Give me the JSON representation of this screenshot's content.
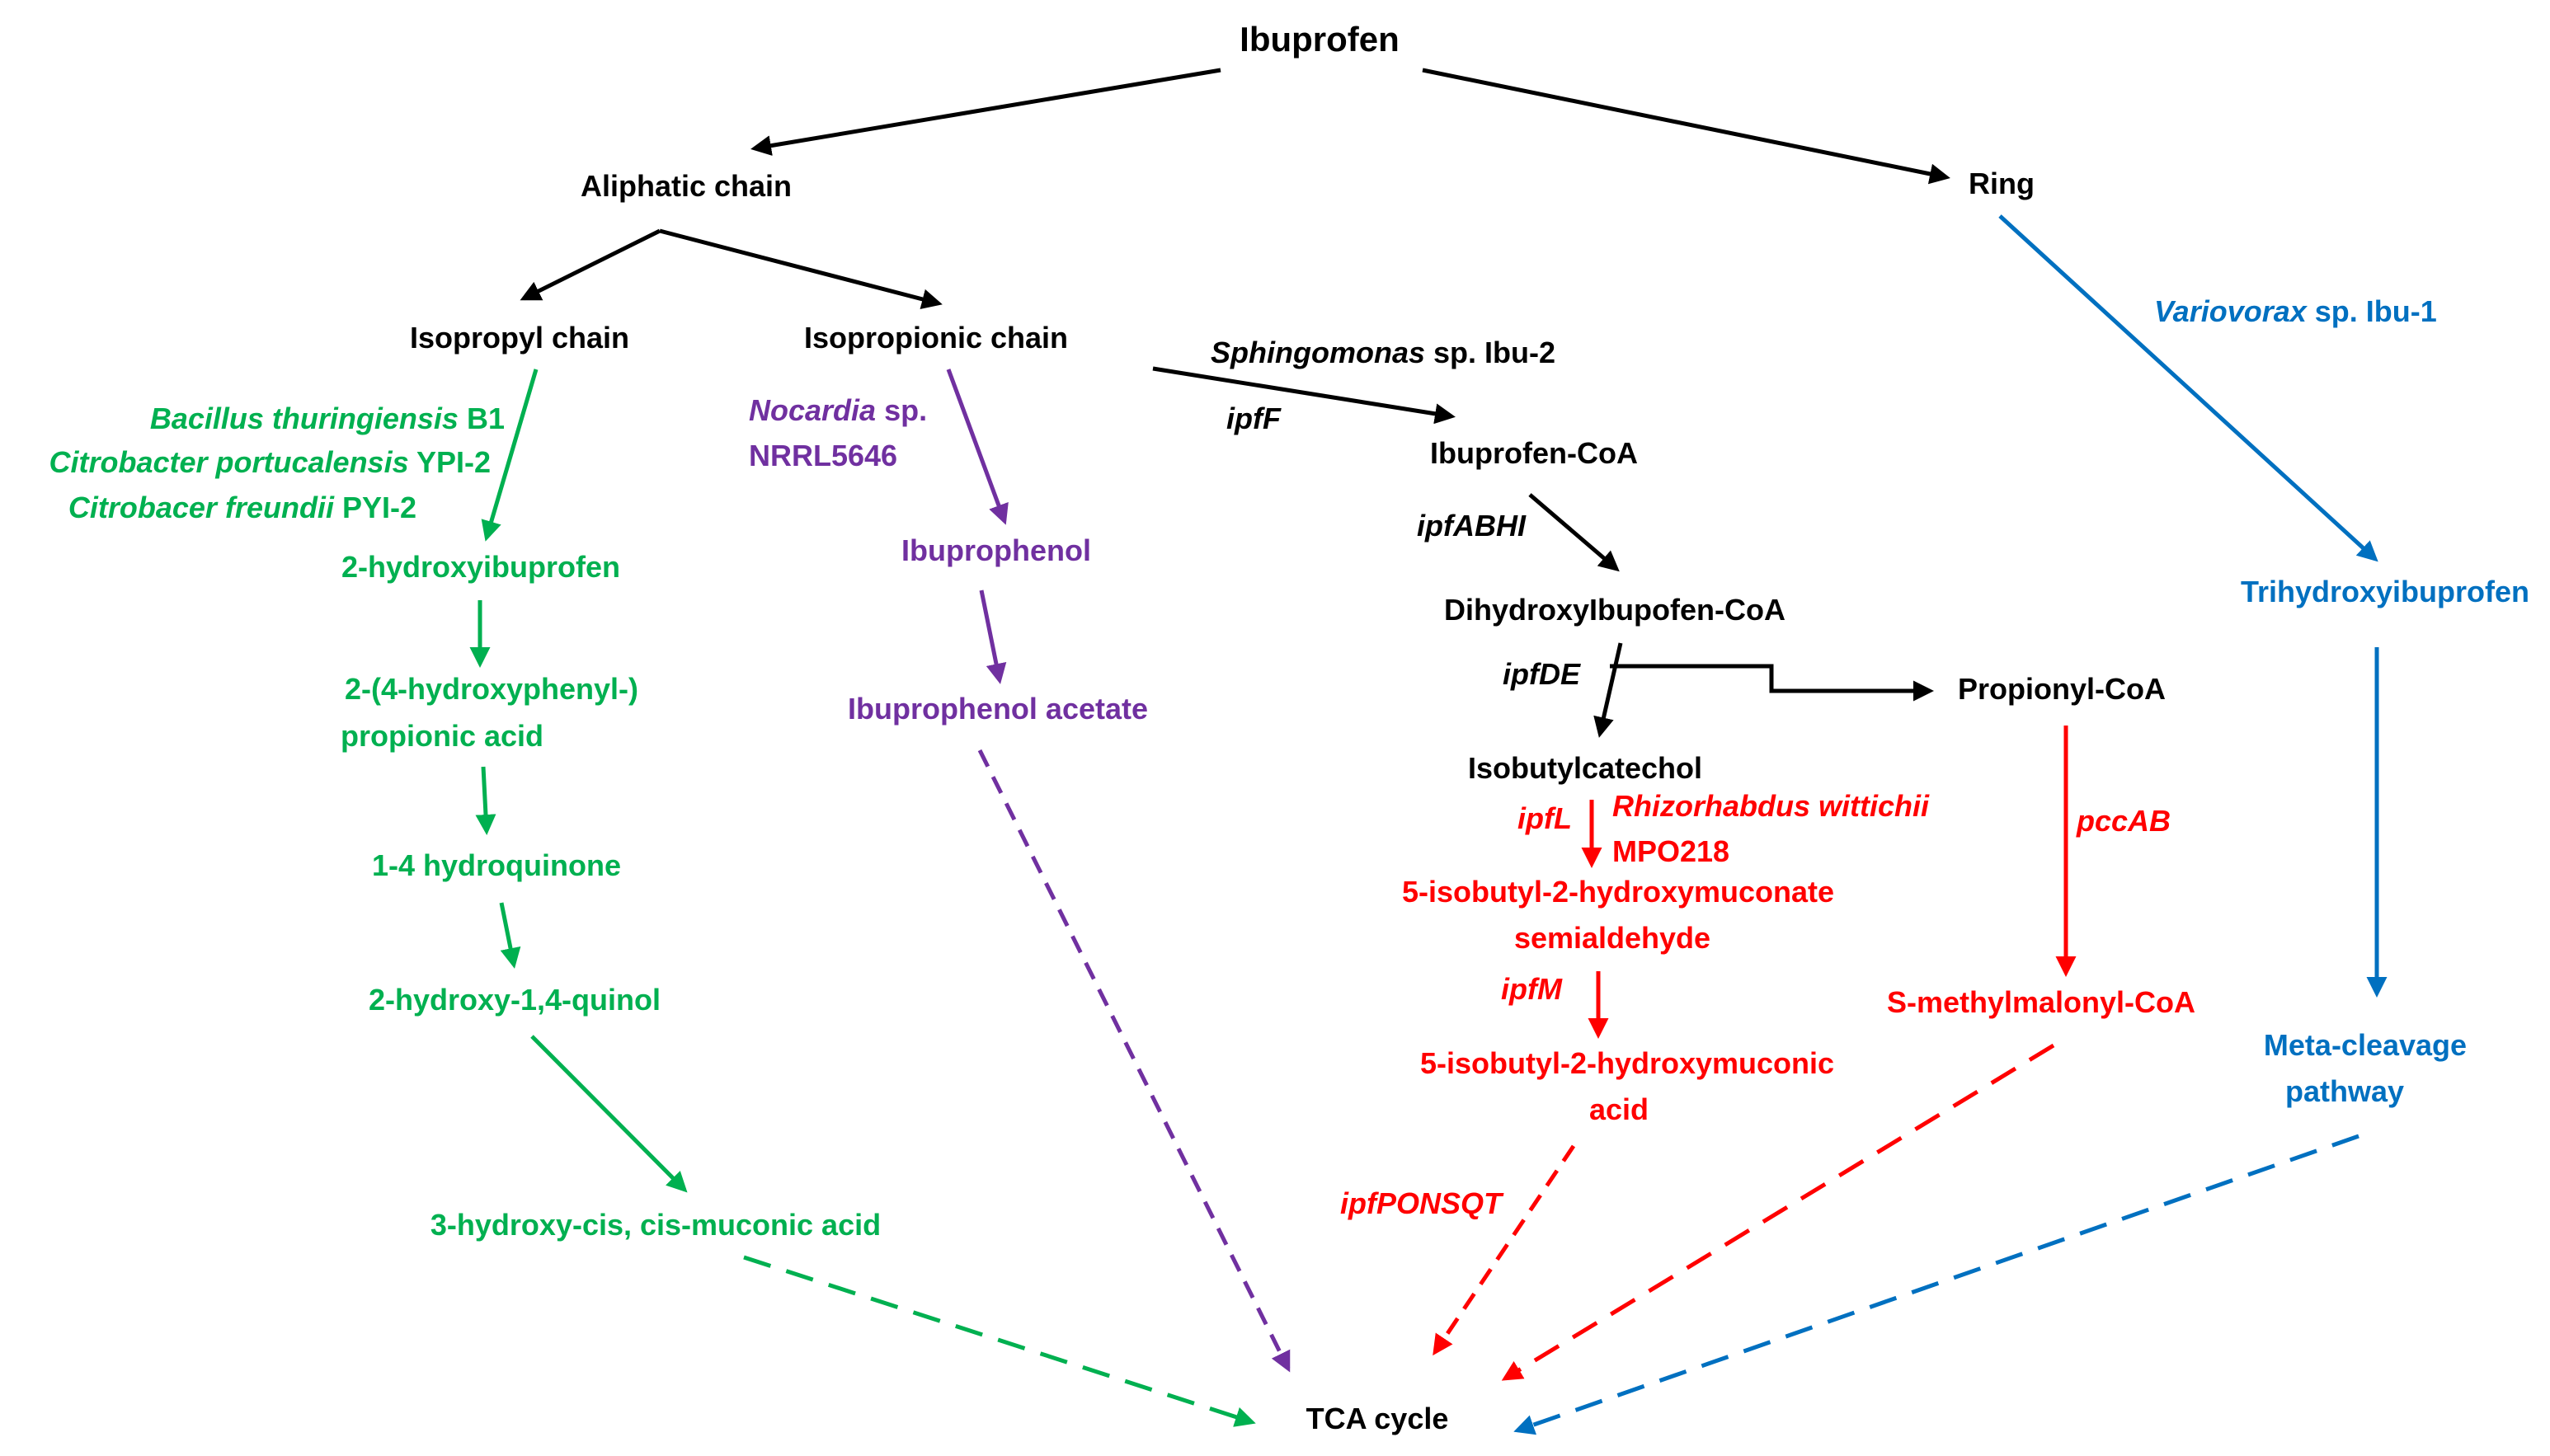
{
  "title": "Ibuprofen",
  "colors": {
    "black": "#000000",
    "green": "#00b050",
    "purple": "#7030a0",
    "red": "#ff0000",
    "blue": "#0070c0"
  },
  "nodes": {
    "aliphatic_chain": "Aliphatic chain",
    "ring": "Ring",
    "isopropyl_chain": "Isopropyl chain",
    "isopropionic_chain": "Isopropionic chain",
    "hydroxyibuprofen": "2-hydroxyibuprofen",
    "hydroxyphenyl_line1": "2-(4-hydroxyphenyl-)",
    "hydroxyphenyl_line2": "propionic acid",
    "hydroquinone": "1-4 hydroquinone",
    "quinol": "2-hydroxy-1,4-quinol",
    "muconic_acid_green": "3-hydroxy-cis, cis-muconic acid",
    "ibuprophenol": "Ibuprophenol",
    "ibuprophenol_acetate": "Ibuprophenol acetate",
    "ibuprofen_coa": "Ibuprofen-CoA",
    "dihydroxy_coa": "DihydroxyIbupofen-CoA",
    "propionyl_coa": "Propionyl-CoA",
    "isobutylcatechol": "Isobutylcatechol",
    "semialdehyde_line1": "5-isobutyl-2-hydroxymuconate",
    "semialdehyde_line2": "semialdehyde",
    "muconic_line1": "5-isobutyl-2-hydroxymuconic",
    "muconic_line2": "acid",
    "methylmalonyl": "S-methylmalonyl-CoA",
    "trihydroxy": "Trihydroxyibuprofen",
    "meta_line1": "Meta-cleavage",
    "meta_line2": "pathway",
    "tca": "TCA cycle"
  },
  "organisms": {
    "bacillus_genus": "Bacillus thuringiensis",
    "bacillus_strain": " B1",
    "citrobacter1_genus": "Citrobacter portucalensis",
    "citrobacter1_strain": " YPI-2",
    "citrobacter2_genus": "Citrobacer freundii",
    "citrobacter2_strain": " PYI-2",
    "nocardia_genus": "Nocardia",
    "nocardia_sp": " sp.",
    "nocardia_strain": "NRRL5646",
    "sphingomonas_genus": "Sphingomonas",
    "sphingomonas_strain": " sp. Ibu-2",
    "rhizorhabdus": "Rhizorhabdus wittichii",
    "rhizorhabdus_strain": "MPO218",
    "variovorax_genus": "Variovorax",
    "variovorax_strain": " sp. Ibu-1"
  },
  "genes": {
    "ipfF": "ipfF",
    "ipfABHI": "ipfABHI",
    "ipfDE": "ipfDE",
    "ipfL": "ipfL",
    "ipfM": "ipfM",
    "ipfPONSQT": "ipfPONSQT",
    "pccAB": "pccAB"
  }
}
